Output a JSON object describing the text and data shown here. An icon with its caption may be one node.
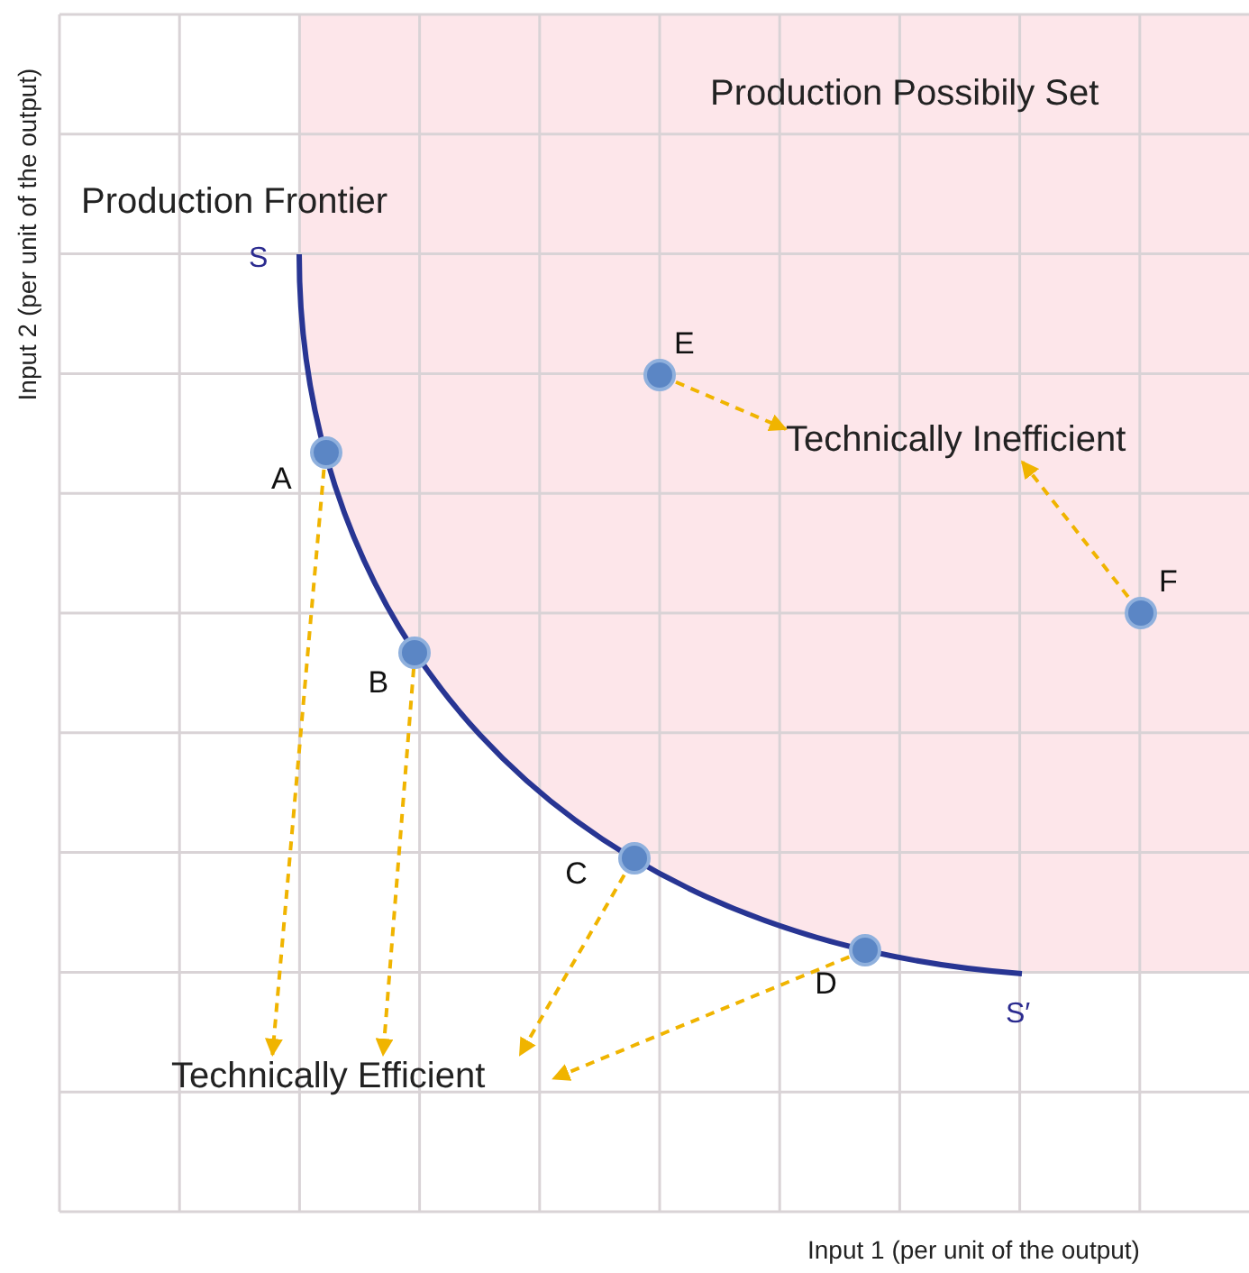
{
  "diagram": {
    "nodes": [
      {
        "text": [
          "Technically Efficient"
        ]
      },
      {
        "text": [
          "Technically Inefficient"
        ]
      },
      {
        "text": [],
        "shape": "circle",
        "beside": [
          "A"
        ]
      },
      {
        "text": [],
        "shape": "circle",
        "beside": [
          "B"
        ]
      },
      {
        "text": [],
        "shape": "circle",
        "beside": [
          "C"
        ]
      },
      {
        "text": [],
        "shape": "circle",
        "beside": [
          "D"
        ]
      },
      {
        "text": [],
        "shape": "circle",
        "beside": [
          "E"
        ]
      },
      {
        "text": [],
        "shape": "circle",
        "beside": [
          "F"
        ]
      }
    ],
    "edges": [
      {
        "from": 2,
        "to": 0,
        "arrow": "to",
        "style": "dashed"
      },
      {
        "from": 3,
        "to": 0,
        "arrow": "to",
        "style": "dashed"
      },
      {
        "from": 4,
        "to": 0,
        "arrow": "to",
        "style": "dashed"
      },
      {
        "from": 5,
        "to": 0,
        "arrow": "to",
        "style": "dashed"
      },
      {
        "from": 6,
        "to": 1,
        "arrow": "to",
        "style": "dashed"
      },
      {
        "from": 7,
        "to": 1,
        "arrow": "to",
        "style": "dashed"
      }
    ],
    "labels": [
      "Production Possibily Set",
      "Production Frontier",
      "S",
      "S′",
      "Input 2 (per unit of the output)",
      "Input 1 (per unit of the output)"
    ]
  }
}
